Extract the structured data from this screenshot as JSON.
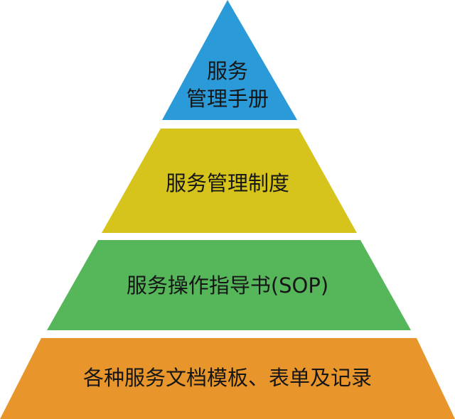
{
  "pyramid": {
    "layers": [
      {
        "line1": "服务",
        "line2": "管理手册",
        "color": "#2b9ad8"
      },
      {
        "label": "服务管理制度",
        "color": "#d6c41c"
      },
      {
        "label": "服务操作指导书(SOP)",
        "color": "#55b65a"
      },
      {
        "label": "各种服务文档模板、表单及记录",
        "color": "#e8962c"
      }
    ]
  }
}
